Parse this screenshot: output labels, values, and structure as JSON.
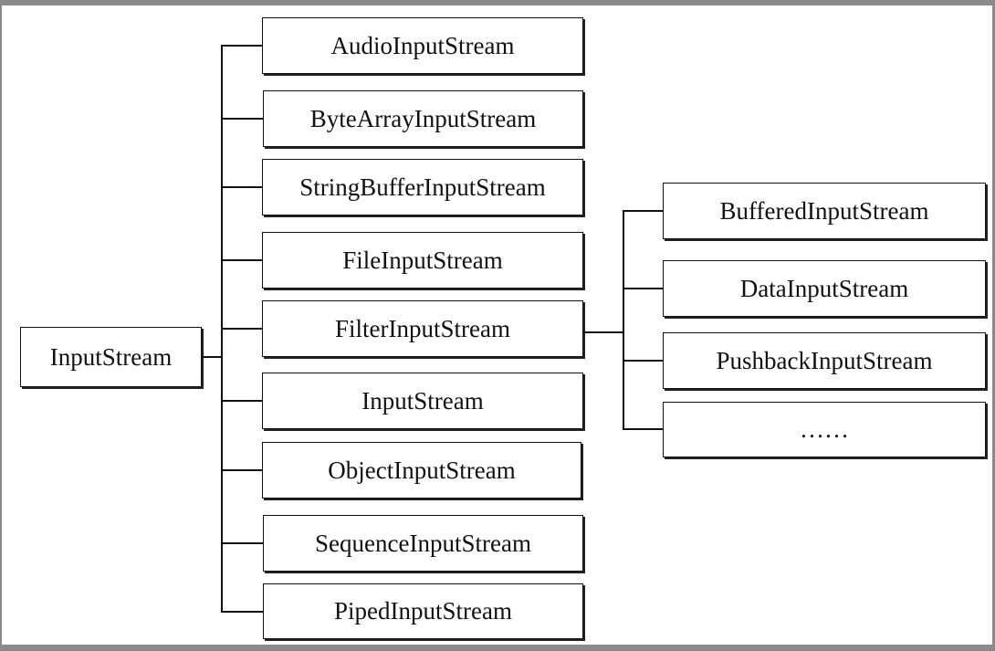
{
  "root": {
    "label": "InputStream"
  },
  "children": [
    {
      "label": "AudioInputStream"
    },
    {
      "label": "ByteArrayInputStream"
    },
    {
      "label": "StringBufferInputStream"
    },
    {
      "label": "FileInputStream"
    },
    {
      "label": "FilterInputStream"
    },
    {
      "label": "InputStream"
    },
    {
      "label": "ObjectInputStream"
    },
    {
      "label": "SequenceInputStream"
    },
    {
      "label": "PipedInputStream"
    }
  ],
  "filter_children": [
    {
      "label": "BufferedInputStream"
    },
    {
      "label": "DataInputStream"
    },
    {
      "label": "PushbackInputStream"
    },
    {
      "label": "……"
    }
  ]
}
